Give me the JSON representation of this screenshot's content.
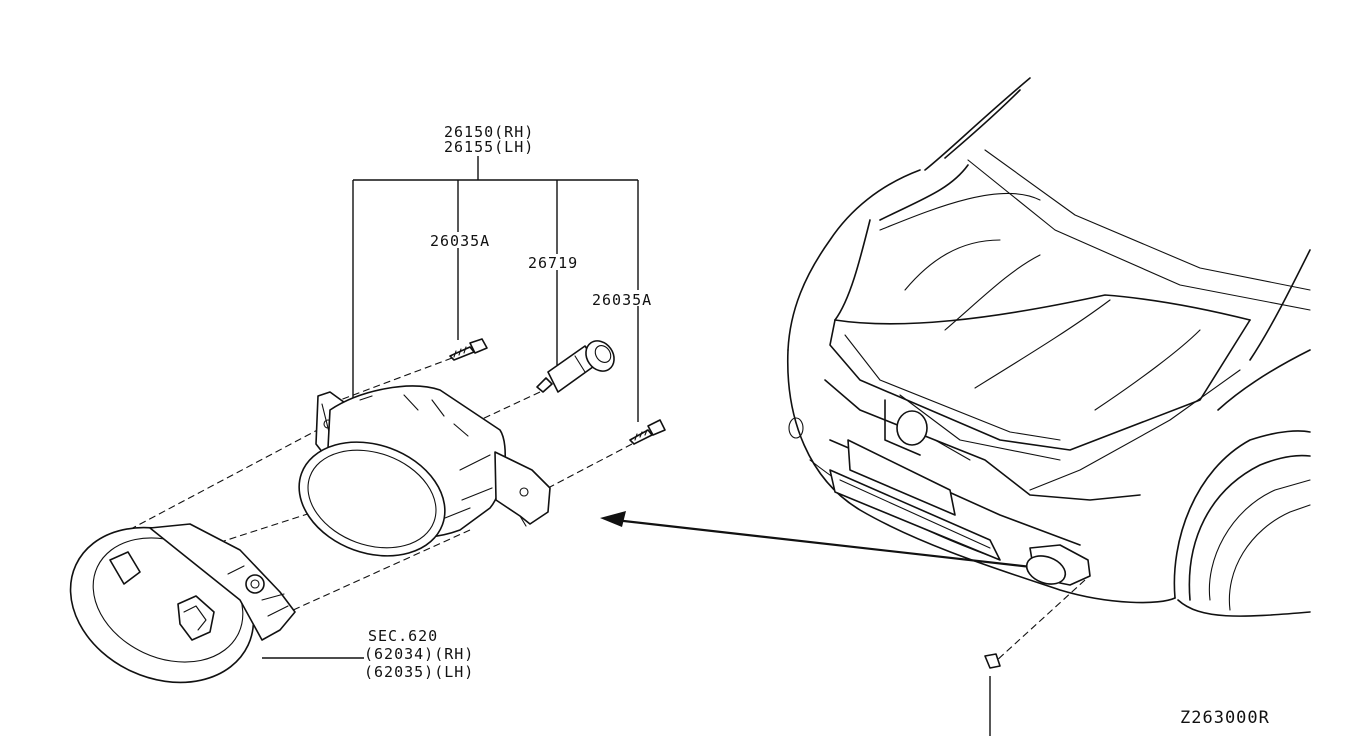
{
  "diagram": {
    "callouts": {
      "lamp_assembly_rh": "26150(RH)",
      "lamp_assembly_lh": "26155(LH)",
      "screw_upper": "26035A",
      "bulb": "26719",
      "screw_lower": "26035A",
      "bezel_section": "SEC.620",
      "bezel_rh": "(62034)(RH)",
      "bezel_lh": "(62035)(LH)"
    },
    "diagram_id": "Z263000R"
  }
}
